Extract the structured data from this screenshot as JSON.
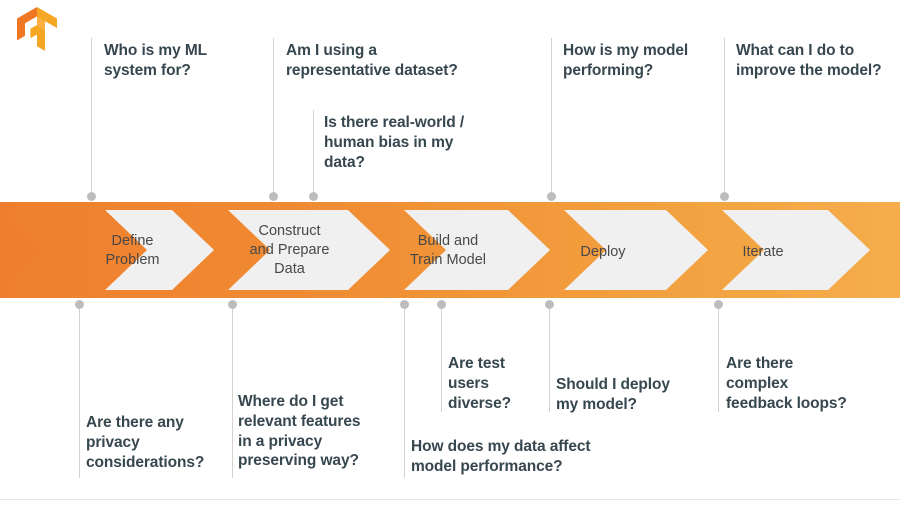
{
  "brand": {
    "logo_icon": "tensorflow-logo-icon",
    "logo_colors": [
      "#f5a623",
      "#ef7622",
      "#fbb040"
    ]
  },
  "theme": {
    "band_gradient_start": "#ef7f2e",
    "band_gradient_end": "#f5ad4b",
    "chevron_fill": "#f0f0f0",
    "text_dark": "#37474f",
    "stage_text": "#484848",
    "connector": "#d2d2d2",
    "dot": "#bdbdbd"
  },
  "pipeline": {
    "stages": [
      {
        "id": "define-problem",
        "label": "Define\nProblem"
      },
      {
        "id": "construct-prepare",
        "label": "Construct\nand Prepare\nData"
      },
      {
        "id": "build-train",
        "label": "Build and\nTrain Model"
      },
      {
        "id": "deploy",
        "label": "Deploy"
      },
      {
        "id": "iterate",
        "label": "Iterate"
      }
    ]
  },
  "questions_above": [
    {
      "id": "who-is-my-ml-system-for",
      "text": "Who is my ML\nsystem for?"
    },
    {
      "id": "representative-dataset",
      "text": "Am I using a\nrepresentative dataset?"
    },
    {
      "id": "real-world-human-bias",
      "text": "Is there real-world /\nhuman bias in my\ndata?"
    },
    {
      "id": "how-is-my-model-performing",
      "text": "How is my model\nperforming?"
    },
    {
      "id": "improve-the-model",
      "text": "What can I do to\nimprove the model?"
    }
  ],
  "questions_below": [
    {
      "id": "privacy-considerations",
      "text": "Are there any\nprivacy\nconsiderations?"
    },
    {
      "id": "relevant-features-privacy",
      "text": "Where do I get\nrelevant features\nin a privacy\npreserving way?"
    },
    {
      "id": "test-users-diverse",
      "text": "Are test\nusers\ndiverse?"
    },
    {
      "id": "data-affect-model-performance",
      "text": "How does my data affect\nmodel performance?"
    },
    {
      "id": "should-i-deploy-my-model",
      "text": "Should I deploy\nmy model?"
    },
    {
      "id": "complex-feedback-loops",
      "text": "Are there\ncomplex\nfeedback loops?"
    }
  ]
}
